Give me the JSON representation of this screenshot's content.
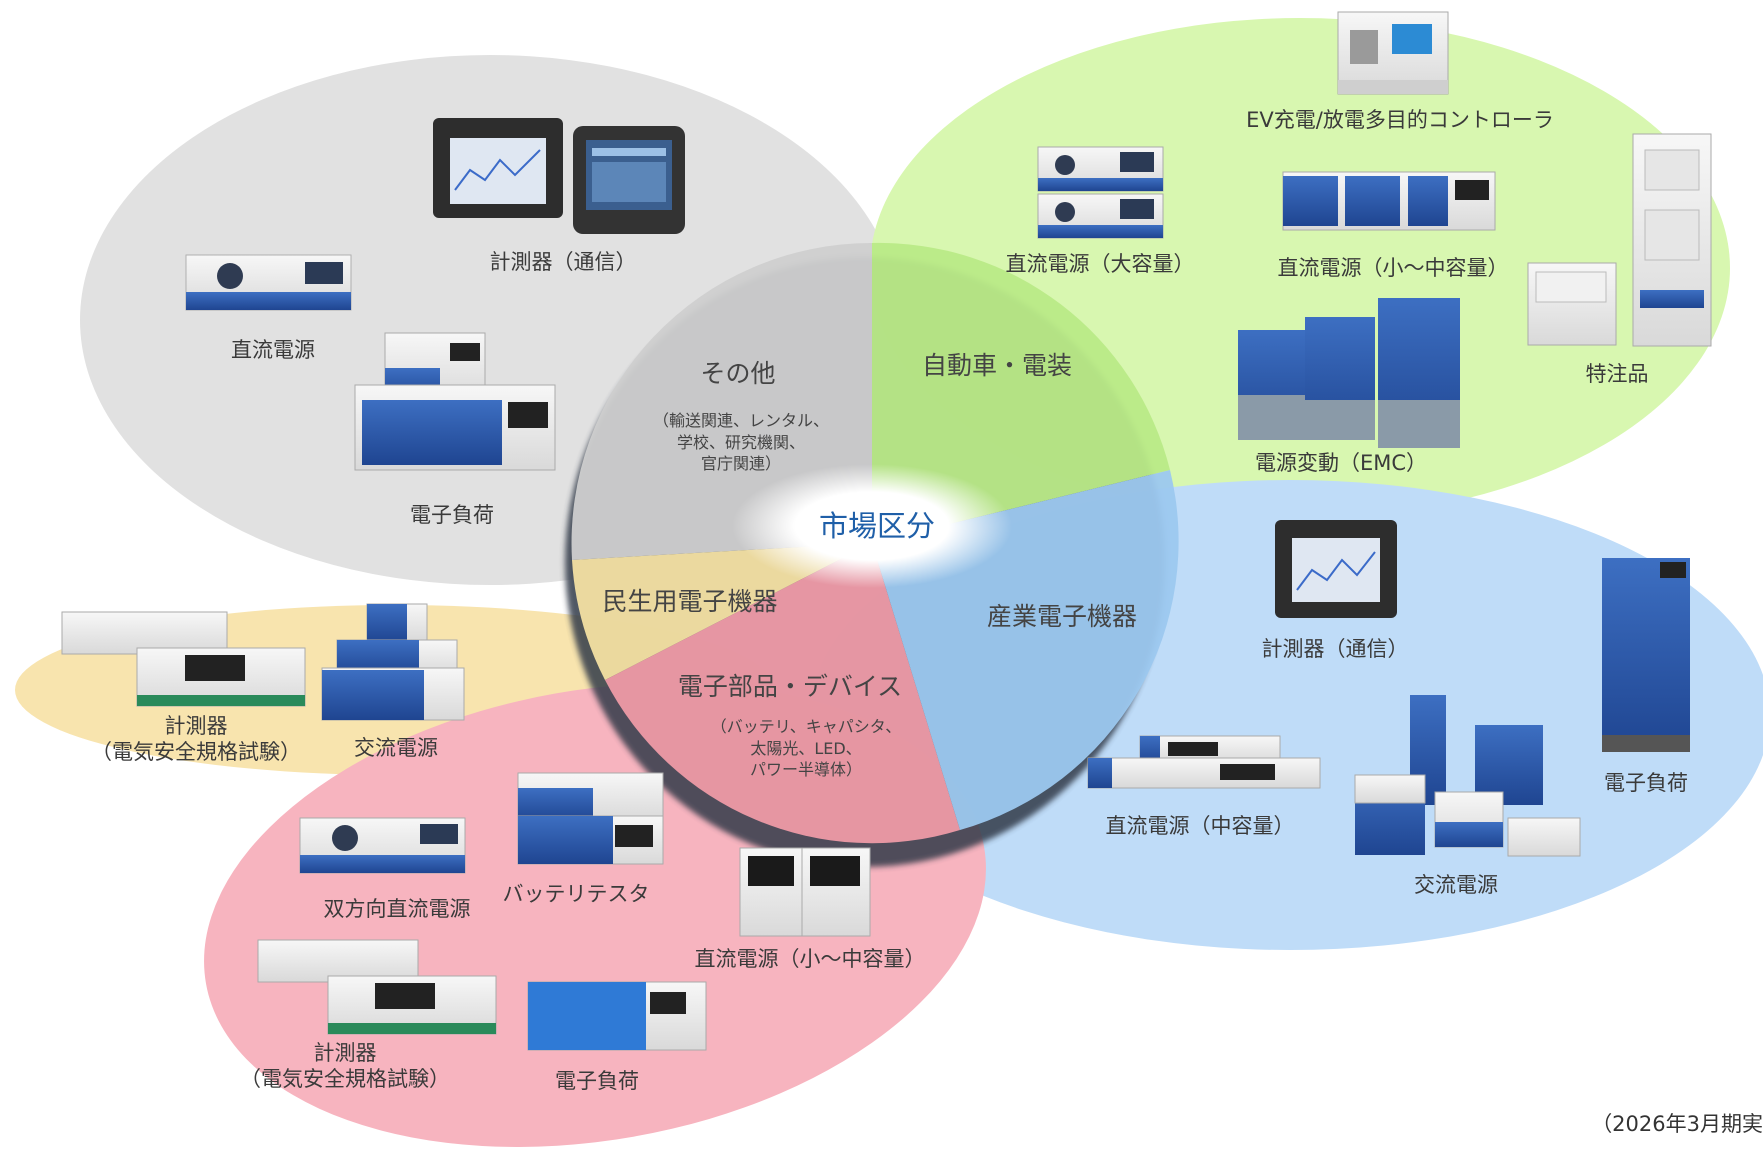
{
  "center_label": "市場区分",
  "segments": {
    "other": {
      "name": "その他",
      "note": [
        "（輸送関連、レンタル、",
        "学校、研究機関、",
        "官庁関連）"
      ],
      "color": "#e1e1e1",
      "products": {
        "comm_meter": "計測器（通信）",
        "dc_power": "直流電源",
        "e_load": "電子負荷"
      }
    },
    "automotive": {
      "name": "自動車・電装",
      "color": "#d8f7b0",
      "products": {
        "ev_controller": "EV充電/放電多目的コントローラ",
        "dc_large": "直流電源（大容量）",
        "dc_small_mid": "直流電源（小～中容量）",
        "custom": "特注品",
        "emc": "電源変動（EMC）"
      }
    },
    "consumer": {
      "name": "民生用電子機器",
      "color": "#f8e4ae",
      "products": {
        "safety_meter": [
          "計測器",
          "（電気安全規格試験）"
        ],
        "ac_power": "交流電源"
      }
    },
    "industrial": {
      "name": "産業電子機器",
      "color": "#bfdcf8",
      "products": {
        "comm_meter": "計測器（通信）",
        "dc_mid": "直流電源（中容量）",
        "ac_power": "交流電源",
        "e_load": "電子負荷"
      }
    },
    "components": {
      "name": "電子部品・デバイス",
      "note": [
        "（バッテリ、キャパシタ、",
        "太陽光、LED、",
        "パワー半導体）"
      ],
      "color": "#f7b4bf",
      "products": {
        "bidir_dc": "双方向直流電源",
        "battery_tester": "バッテリテスタ",
        "dc_small_mid": "直流電源（小～中容量）",
        "safety_meter": [
          "計測器",
          "（電気安全規格試験）"
        ],
        "e_load": "電子負荷"
      }
    }
  },
  "footnote": "（2026年3月期実"
}
